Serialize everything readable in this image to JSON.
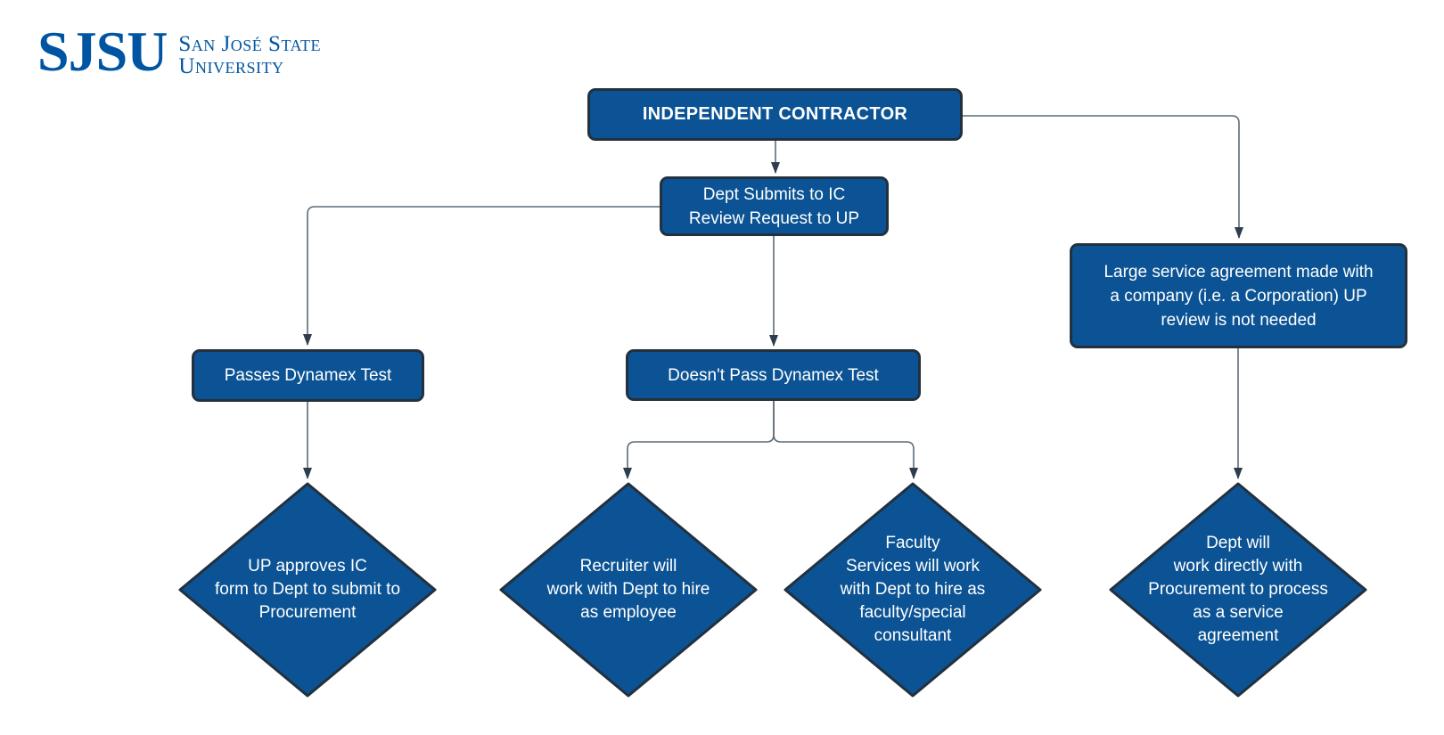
{
  "logo": {
    "acronym": "SJSU",
    "name_line1": "San José State",
    "name_line2": "University"
  },
  "colors": {
    "brand-blue": "#0055a2",
    "node-fill": "#0b5394",
    "node-border": "#23303d",
    "node-text": "#ffffff",
    "line": "#5c6a77",
    "arrowhead": "#2e3c4e",
    "page-bg": "#ffffff"
  },
  "flowchart": {
    "nodes": {
      "root": {
        "shape": "rectangle",
        "label": "INDEPENDENT CONTRACTOR"
      },
      "dept_submits": {
        "shape": "rectangle",
        "label": "Dept Submits to IC\nReview Request to UP"
      },
      "large_agreement": {
        "shape": "rectangle",
        "label": "Large service agreement made with\na company (i.e. a Corporation) UP\nreview is not needed"
      },
      "passes": {
        "shape": "rectangle",
        "label": "Passes Dynamex Test"
      },
      "doesnt_pass": {
        "shape": "rectangle",
        "label": "Doesn't Pass Dynamex Test"
      },
      "up_approves": {
        "shape": "diamond",
        "label": "UP approves IC\nform to Dept to submit to\nProcurement"
      },
      "recruiter": {
        "shape": "diamond",
        "label": "Recruiter will\nwork with Dept to hire\nas employee"
      },
      "faculty": {
        "shape": "diamond",
        "label": "Faculty\nServices will work\nwith Dept to hire as\nfaculty/special\nconsultant"
      },
      "procurement": {
        "shape": "diamond",
        "label": "Dept will\nwork directly with\nProcurement to process\nas a service\nagreement"
      }
    },
    "edges": [
      {
        "from": "root",
        "to": "dept_submits"
      },
      {
        "from": "root",
        "to": "large_agreement"
      },
      {
        "from": "dept_submits",
        "to": "passes"
      },
      {
        "from": "dept_submits",
        "to": "doesnt_pass"
      },
      {
        "from": "passes",
        "to": "up_approves"
      },
      {
        "from": "doesnt_pass",
        "to": "recruiter"
      },
      {
        "from": "doesnt_pass",
        "to": "faculty"
      },
      {
        "from": "large_agreement",
        "to": "procurement"
      }
    ]
  }
}
